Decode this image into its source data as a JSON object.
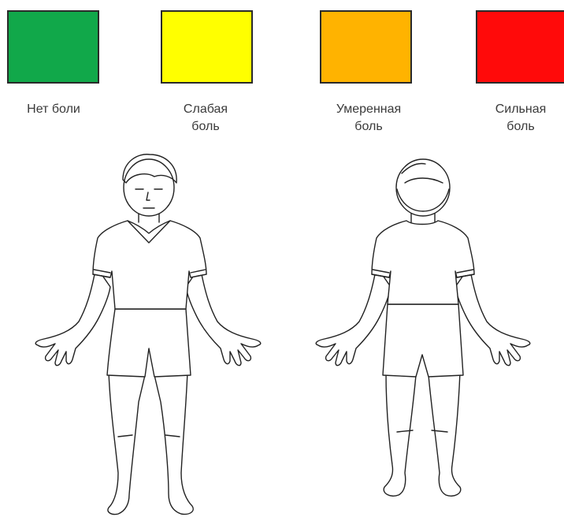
{
  "legend": [
    {
      "color": "#11a84a",
      "line1": "Нет боли",
      "line2": ""
    },
    {
      "color": "#ffff00",
      "line1": "Слабая",
      "line2": "боль"
    },
    {
      "color": "#ffb300",
      "line1": "Умеренная",
      "line2": "боль"
    },
    {
      "color": "#ff0a0a",
      "line1": "Сильная",
      "line2": "боль"
    }
  ]
}
